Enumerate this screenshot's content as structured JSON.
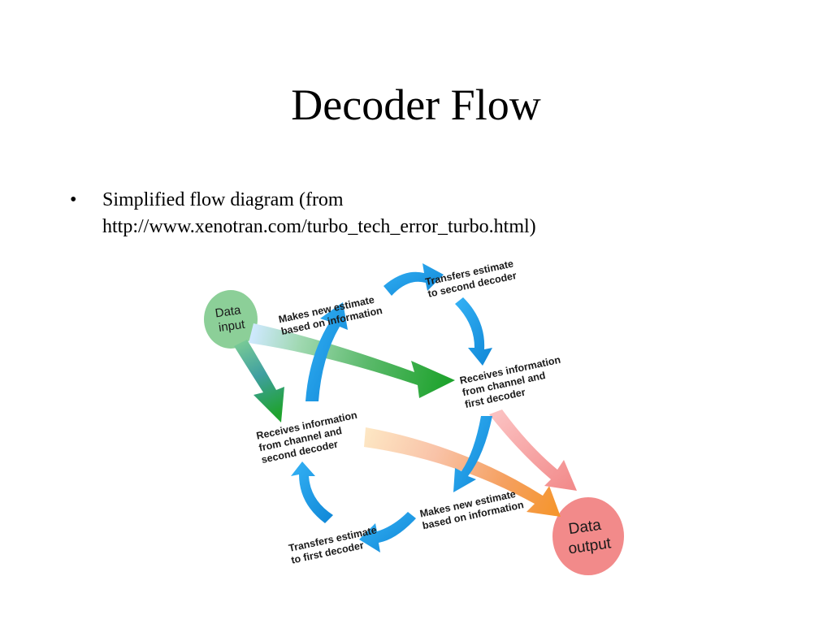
{
  "slide": {
    "title": "Decoder Flow",
    "bullet": {
      "symbol": "•",
      "line1": "Simplified flow diagram (from",
      "line2": "http://www.xenotran.com/turbo_tech_error_turbo.html)"
    }
  },
  "diagram": {
    "nodes": {
      "data_input": {
        "line1": "Data",
        "line2": "input",
        "color": "#8ccf98"
      },
      "data_output": {
        "line1": "Data",
        "line2": "output",
        "color": "#f28a8a"
      }
    },
    "labels": {
      "makes_new_top": {
        "line1": "Makes new estimate",
        "line2": "based on information"
      },
      "transfers_second": {
        "line1": "Transfers estimate",
        "line2": "to second decoder"
      },
      "receives_first": {
        "line1": "Receives information",
        "line2": "from channel and",
        "line3": "first decoder"
      },
      "receives_second": {
        "line1": "Receives information",
        "line2": "from channel and",
        "line3": "second decoder"
      },
      "makes_new_bottom": {
        "line1": "Makes new estimate",
        "line2": "based on information"
      },
      "transfers_first": {
        "line1": "Transfers estimate",
        "line2": "to first decoder"
      }
    },
    "colors": {
      "cycle_arrow": "#1a9be8",
      "cycle_arrow_dark": "#0d6fb8",
      "input_arrow": "#1fa32e",
      "output_arrow_orange": "#f5952b",
      "output_arrow_pink": "#f4a0a0"
    }
  }
}
